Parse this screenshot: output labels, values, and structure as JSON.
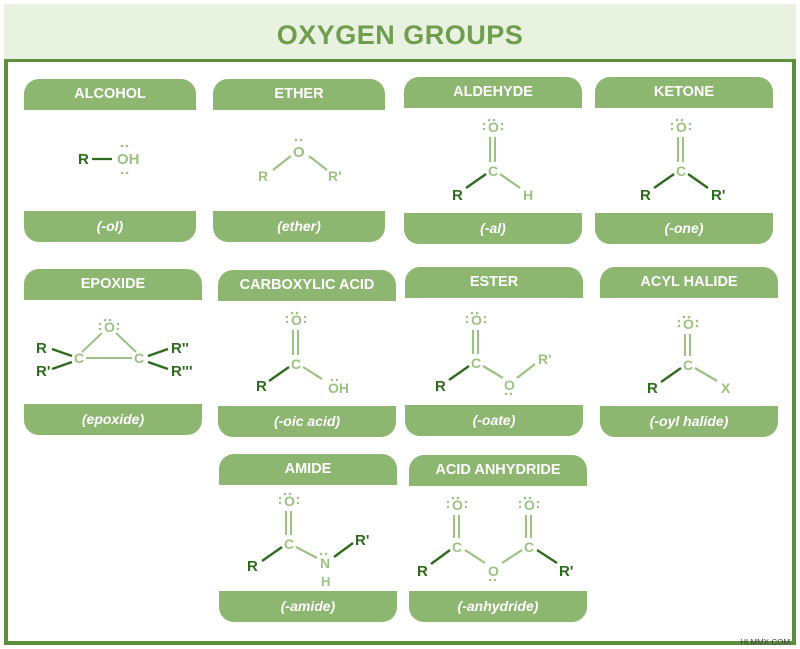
{
  "title": "OXYGEN GROUPS",
  "watermark": "HLMMX.COM",
  "colors": {
    "frame": "#5b8f3c",
    "header": "#8db671",
    "dark_green": "#2e6b1f",
    "light_green": "#9cc282",
    "title": "#6f9e4f"
  },
  "groups": [
    {
      "name": "ALCOHOL",
      "suffix": "(-ol)",
      "atoms": [
        "R",
        "OH"
      ]
    },
    {
      "name": "ETHER",
      "suffix": "(ether)",
      "atoms": [
        "O",
        "R",
        "R'"
      ]
    },
    {
      "name": "ALDEHYDE",
      "suffix": "(-al)",
      "atoms": [
        "O",
        "C",
        "R",
        "H"
      ]
    },
    {
      "name": "KETONE",
      "suffix": "(-one)",
      "atoms": [
        "O",
        "C",
        "R",
        "R'"
      ]
    },
    {
      "name": "EPOXIDE",
      "suffix": "(epoxide)",
      "atoms": [
        "O",
        "C",
        "C",
        "R",
        "R'",
        "R''",
        "R'''"
      ]
    },
    {
      "name": "CARBOXYLIC ACID",
      "suffix": "(-oic acid)",
      "atoms": [
        "O",
        "C",
        "R",
        "OH"
      ]
    },
    {
      "name": "ESTER",
      "suffix": "(-oate)",
      "atoms": [
        "O",
        "C",
        "R",
        "O",
        "R'"
      ]
    },
    {
      "name": "ACYL HALIDE",
      "suffix": "(-oyl halide)",
      "atoms": [
        "O",
        "C",
        "R",
        "X"
      ]
    },
    {
      "name": "AMIDE",
      "suffix": "(-amide)",
      "atoms": [
        "O",
        "C",
        "R",
        "N",
        "H",
        "R'"
      ]
    },
    {
      "name": "ACID ANHYDRIDE",
      "suffix": "(-anhydride)",
      "atoms": [
        "O",
        "C",
        "R",
        "O",
        "O",
        "C",
        "R'"
      ]
    }
  ]
}
